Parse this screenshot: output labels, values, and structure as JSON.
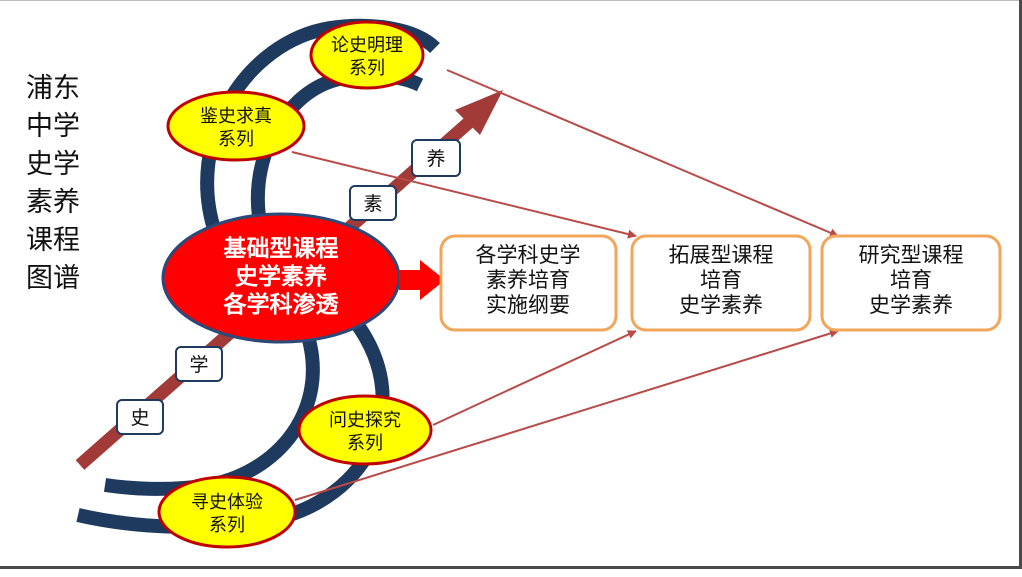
{
  "title_vertical": [
    "浦东",
    "中学",
    "史学",
    "素养",
    "课程",
    "图谱"
  ],
  "core": {
    "lines": [
      "基础型课程",
      "史学素养",
      "各学科渗透"
    ],
    "fill": "#ff0000"
  },
  "series": [
    {
      "id": "lunshi",
      "lines": [
        "论史明理",
        "系列"
      ]
    },
    {
      "id": "jianshi",
      "lines": [
        "鉴史求真",
        "系列"
      ]
    },
    {
      "id": "wenshi",
      "lines": [
        "问史探究",
        "系列"
      ]
    },
    {
      "id": "xunshi",
      "lines": [
        "寻史体验",
        "系列"
      ]
    }
  ],
  "arrow_labels": [
    "史",
    "学",
    "素",
    "养"
  ],
  "boxes": [
    {
      "id": "gexueke",
      "lines": [
        "各学科史学",
        "素养培育",
        "实施纲要"
      ]
    },
    {
      "id": "tuozhan",
      "lines": [
        "拓展型课程",
        "培育",
        "史学素养"
      ]
    },
    {
      "id": "yanjiu",
      "lines": [
        "研究型课程",
        "培育",
        "史学素养"
      ]
    }
  ],
  "colors": {
    "arc": "#1f3a5f",
    "growth_arrow": "#a23a38",
    "connector": "#b94a48",
    "series_fill": "#ffff00",
    "series_stroke": "#c00000",
    "box_stroke": "#f2a65a",
    "core_arrow": "#ff0000"
  }
}
